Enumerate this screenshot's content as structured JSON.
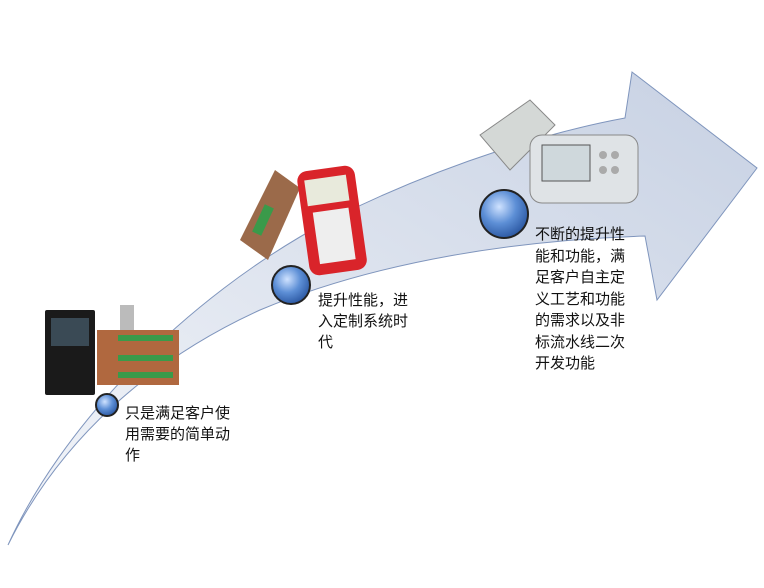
{
  "stages": [
    {
      "lines": [
        "只是满足客户使",
        "用需要的简单动",
        "作"
      ]
    },
    {
      "lines": [
        "提升性能，进",
        "入定制系统时",
        "代"
      ]
    },
    {
      "lines": [
        "不断的提升性",
        "能和功能，满",
        "足客户自主定",
        "义工艺和功能",
        "的需求以及非",
        "标流水线二次",
        "开发功能"
      ]
    }
  ],
  "colors": {
    "arrow": "#cdd6e6",
    "arrow_edge": "#7f95bd",
    "bubble": "#5d8fd6"
  }
}
